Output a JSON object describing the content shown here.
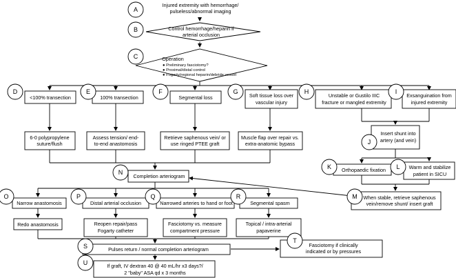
{
  "nodes": {
    "A": {
      "label": "A",
      "text": [
        "Injured extremity with hemorrhage/",
        "pulseless/abnormal imaging"
      ]
    },
    "B": {
      "label": "B",
      "text": [
        "Control hemorrhage/heparin if",
        "arterial occlusion"
      ]
    },
    "C": {
      "label": "C",
      "title": "Operation",
      "bullets": [
        "Preliminary fasciotomy?",
        "Proximal/distal control",
        "Fogarty/regional heparin/debride vessel"
      ]
    },
    "D": {
      "label": "D",
      "text": [
        "<100% transection"
      ]
    },
    "E": {
      "label": "E",
      "text": [
        "100% transection"
      ]
    },
    "F": {
      "label": "F",
      "text": [
        "Segmental loss"
      ]
    },
    "G": {
      "label": "G",
      "text": [
        "Soft tissue loss over",
        "vascular injury"
      ]
    },
    "H": {
      "label": "H",
      "text": [
        "Unstable or Gustilo IIIC",
        "fracture or mangled extremity"
      ]
    },
    "I": {
      "label": "I",
      "text": [
        "Exsanguination from",
        "injured extremity"
      ]
    },
    "D2": {
      "text": [
        "6-0 polypropylene",
        "suture/flush"
      ]
    },
    "E2": {
      "text": [
        "Assess tension/ end-",
        "to-end anastomosis"
      ]
    },
    "F2": {
      "text": [
        "Retrieve saphenous vein/ or",
        "use ringed PTEE graft"
      ]
    },
    "G2": {
      "text": [
        "Muscle flap over repair vs.",
        "extra-anatomic bypass"
      ]
    },
    "J": {
      "label": "J",
      "text": [
        "Insert shunt into",
        "artery (and vein)"
      ]
    },
    "K": {
      "label": "K",
      "text": [
        "Orthopaedic fixation"
      ]
    },
    "L": {
      "label": "L",
      "text": [
        "Warm and stabilize",
        "patient in SICU"
      ]
    },
    "M": {
      "label": "M",
      "text": [
        "When stable, retrieve saphenous",
        "vein/remove shunt/ insert graft"
      ]
    },
    "N": {
      "label": "N",
      "text": [
        "Completion arteriogram"
      ]
    },
    "O": {
      "label": "O",
      "text": [
        "Narrow anastomosis"
      ]
    },
    "P": {
      "label": "P",
      "text": [
        "Distal arterial occlusion"
      ]
    },
    "Q": {
      "label": "Q",
      "text": [
        "Narrowed arteries to hand or foot"
      ]
    },
    "R": {
      "label": "R",
      "text": [
        "Segmental spasm"
      ]
    },
    "O2": {
      "text": [
        "Redo anastomosis"
      ]
    },
    "P2": {
      "text": [
        "Reopen repair/pass",
        "Fogarty catheter"
      ]
    },
    "Q2": {
      "text": [
        "Fasciotomy vs. measure",
        "compartment pressure"
      ]
    },
    "R2": {
      "text": [
        "Topical / intra-arterial",
        "papaverine"
      ]
    },
    "S": {
      "label": "S",
      "text": [
        "Pulses return / normal completion arteriogram"
      ]
    },
    "T": {
      "label": "T",
      "text": [
        "Fasciotomy if clinically",
        "indicated or by pressures"
      ]
    },
    "U": {
      "label": "U",
      "text": [
        "If graft, IV dextran 40 @ 40 mL/hr x3 days?/",
        "2 \"baby\" ASA qd x 3 months"
      ]
    }
  }
}
